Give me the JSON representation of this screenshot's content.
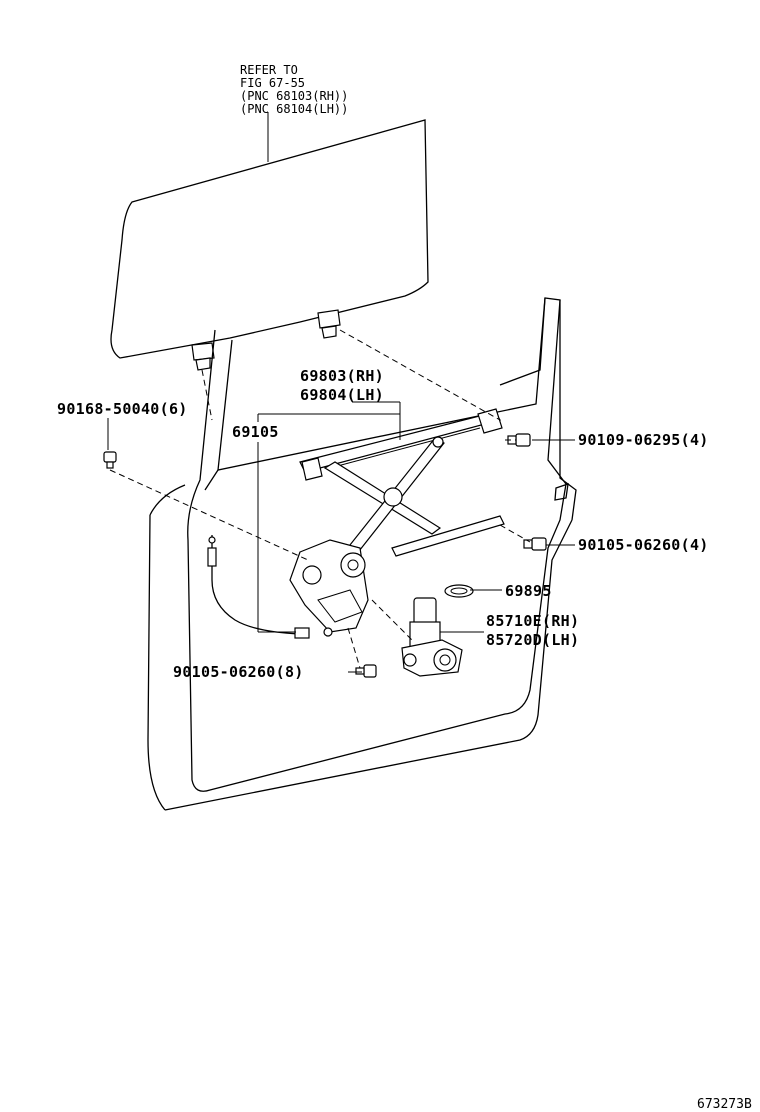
{
  "glass_note": {
    "line1": "REFER TO",
    "line2": "FIG 67-55",
    "line3": "(PNC 68103(RH))",
    "line4": "(PNC 68104(LH))"
  },
  "labels": {
    "regulator_rh": "69803(RH)",
    "regulator_lh": "69804(LH)",
    "cable": "69105",
    "bolt_left": "90168-50040(6)",
    "bolt_top": "90109-06295(4)",
    "bolt_mid": "90105-06260(4)",
    "spring": "69895",
    "motor_rh": "85710E(RH)",
    "motor_lh": "85720D(LH)",
    "bolt_bottom": "90105-06260(8)"
  },
  "figure_code": "673273B"
}
